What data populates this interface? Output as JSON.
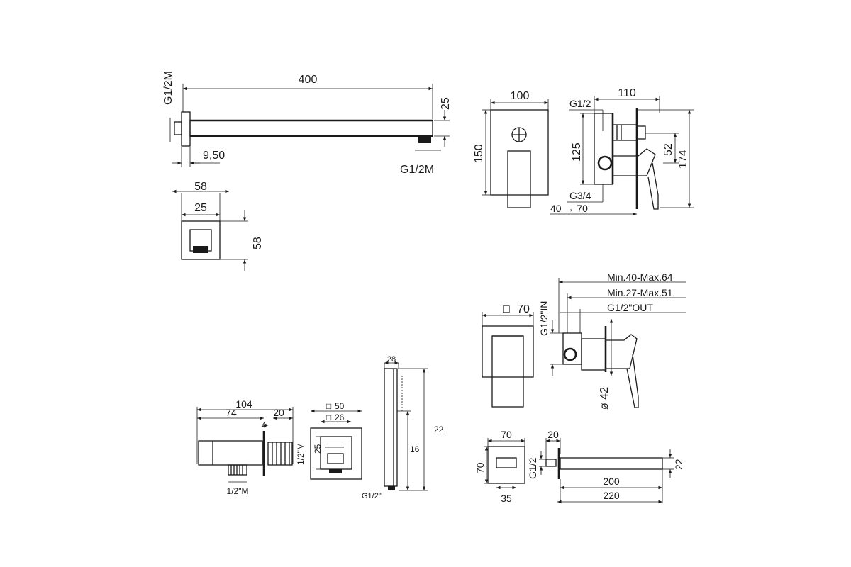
{
  "arm": {
    "length": "400",
    "height": "25",
    "inlet": "G1/2M",
    "outlet": "G1/2M",
    "flange_offset": "9,50"
  },
  "flange": {
    "outer": "58",
    "inner": "25",
    "height": "58"
  },
  "diverter_front": {
    "width": "100",
    "height": "150"
  },
  "diverter_side": {
    "depth": "110",
    "inlet": "G1/2",
    "body_height": "125",
    "offset": "52",
    "total_height": "174",
    "outlet": "G3/4",
    "range": "40",
    "range_arrow": "→",
    "range_max": "70"
  },
  "mixer": {
    "plate": "70",
    "plate_symbol": "□",
    "inlet": "G1/2\"IN",
    "depth_max": "Min.40-Max.64",
    "depth_min": "Min.27-Max.51",
    "outlet": "G1/2\"OUT",
    "diameter": "42",
    "diameter_symbol": "ø"
  },
  "elbow": {
    "total": "104",
    "body": "74",
    "thread": "20",
    "wall": "4",
    "square": "25",
    "connection": "1/2\"M",
    "connection_side": "1/2\"M"
  },
  "elbow_front": {
    "outer": "50",
    "inner": "26",
    "side": "25",
    "square_symbol": "□"
  },
  "handshower": {
    "width": "28",
    "total": "22",
    "head": "16",
    "connection": "G1/2\""
  },
  "spout": {
    "plate": "70",
    "plate_height": "70",
    "plate_bottom": "35",
    "wall": "20",
    "thread": "G1/2",
    "height": "22",
    "length": "200",
    "total": "220"
  }
}
